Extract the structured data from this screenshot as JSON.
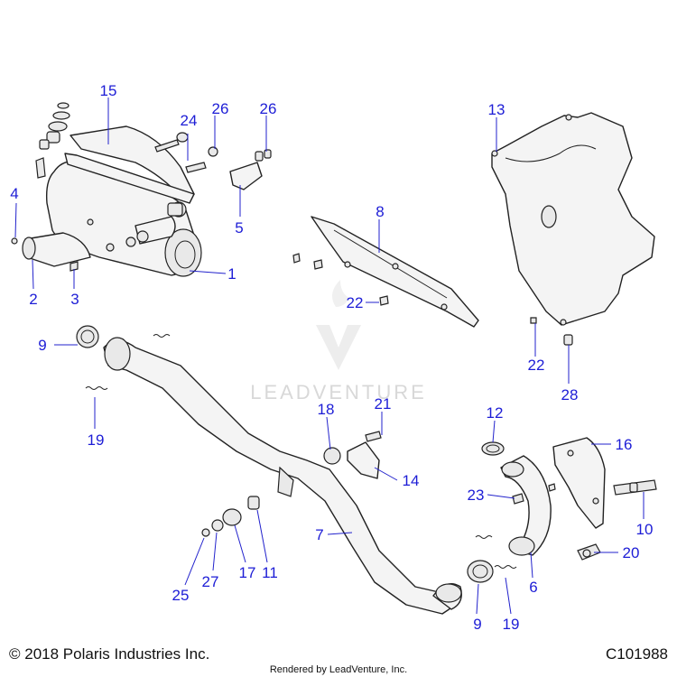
{
  "callouts": [
    {
      "id": "c1",
      "text": "1"
    },
    {
      "id": "c2",
      "text": "2"
    },
    {
      "id": "c3",
      "text": "3"
    },
    {
      "id": "c4",
      "text": "4"
    },
    {
      "id": "c5",
      "text": "5"
    },
    {
      "id": "c6",
      "text": "6"
    },
    {
      "id": "c7",
      "text": "7"
    },
    {
      "id": "c8",
      "text": "8"
    },
    {
      "id": "c9a",
      "text": "9"
    },
    {
      "id": "c9b",
      "text": "9"
    },
    {
      "id": "c10",
      "text": "10"
    },
    {
      "id": "c11",
      "text": "11"
    },
    {
      "id": "c12",
      "text": "12"
    },
    {
      "id": "c13",
      "text": "13"
    },
    {
      "id": "c14",
      "text": "14"
    },
    {
      "id": "c15",
      "text": "15"
    },
    {
      "id": "c16",
      "text": "16"
    },
    {
      "id": "c17",
      "text": "17"
    },
    {
      "id": "c18",
      "text": "18"
    },
    {
      "id": "c19a",
      "text": "19"
    },
    {
      "id": "c19b",
      "text": "19"
    },
    {
      "id": "c20",
      "text": "20"
    },
    {
      "id": "c21",
      "text": "21"
    },
    {
      "id": "c22a",
      "text": "22"
    },
    {
      "id": "c22b",
      "text": "22"
    },
    {
      "id": "c23",
      "text": "23"
    },
    {
      "id": "c24",
      "text": "24"
    },
    {
      "id": "c25",
      "text": "25"
    },
    {
      "id": "c26a",
      "text": "26"
    },
    {
      "id": "c26b",
      "text": "26"
    },
    {
      "id": "c27",
      "text": "27"
    },
    {
      "id": "c28",
      "text": "28"
    }
  ],
  "footer": {
    "copyright": "© 2018 Polaris Industries Inc.",
    "code": "C101988",
    "rendered_by": "Rendered by LeadVenture, Inc."
  },
  "watermark": "LEADVENTURE",
  "colors": {
    "callout": "#1d1dd6",
    "line": "#222222"
  }
}
